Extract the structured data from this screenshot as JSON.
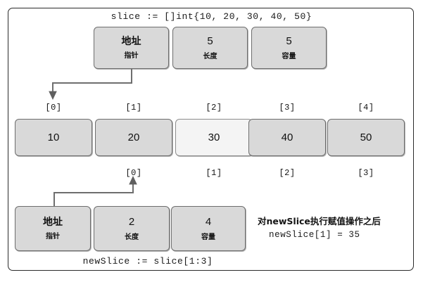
{
  "diagram": {
    "title_code": "slice := []int{10, 20, 30, 40, 50}",
    "colors": {
      "box_fill": "#d9d9d9",
      "box_fill_highlight": "#f4f4f4",
      "box_border": "#6e6e6e",
      "frame_border": "#2b2b2b",
      "arrow": "#6e6e6e",
      "text": "#141414"
    },
    "slice_header": {
      "fields": [
        {
          "value": "地址",
          "sublabel": "指针",
          "kind": "text"
        },
        {
          "value": "5",
          "sublabel": "长度",
          "kind": "num"
        },
        {
          "value": "5",
          "sublabel": "容量",
          "kind": "num"
        }
      ]
    },
    "array": {
      "top_indices": [
        "[0]",
        "[1]",
        "[2]",
        "[3]",
        "[4]"
      ],
      "cells": [
        {
          "value": "10",
          "highlight": false
        },
        {
          "value": "20",
          "highlight": false
        },
        {
          "value": "30",
          "highlight": true
        },
        {
          "value": "40",
          "highlight": false
        },
        {
          "value": "50",
          "highlight": false
        }
      ],
      "bottom_indices": [
        "[0]",
        "[1]",
        "[2]",
        "[3]"
      ]
    },
    "newslice_header": {
      "fields": [
        {
          "value": "地址",
          "sublabel": "指针",
          "kind": "text"
        },
        {
          "value": "2",
          "sublabel": "长度",
          "kind": "num"
        },
        {
          "value": "4",
          "sublabel": "容量",
          "kind": "num"
        }
      ]
    },
    "bottom_code": "newSlice := slice[1:3]",
    "note": {
      "line1": "对newSlice执行赋值操作之后",
      "line2": "newSlice[1] = 35"
    },
    "arrows": [
      {
        "name": "slice-pointer-arrow",
        "from": "slice-header-address-box",
        "to": "array-index-0-label"
      },
      {
        "name": "newslice-pointer-arrow",
        "from": "newslice-header-address-box",
        "to": "newslice-index-0-label"
      }
    ]
  },
  "chart_data": {
    "type": "table",
    "title": "Go slice memory layout: slice := []int{10, 20, 30, 40, 50}",
    "categories": [
      "[0]",
      "[1]",
      "[2]",
      "[3]",
      "[4]"
    ],
    "values": [
      10,
      20,
      30,
      40,
      50
    ],
    "annotations": [
      "slice: pointer -> [0], len = 5, cap = 5",
      "newSlice := slice[1:3]",
      "newSlice: pointer -> slice[1], len = 2, cap = 4",
      "newSlice[1] = 35 highlights backing array index [2] (value 30)"
    ]
  }
}
